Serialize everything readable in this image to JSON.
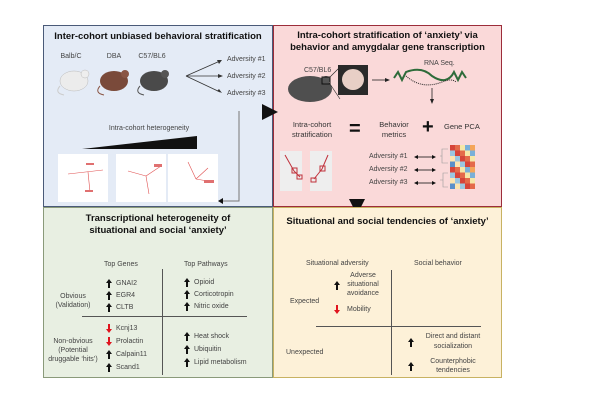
{
  "panel_inter": {
    "title": "Inter-cohort unbiased behavioral stratification",
    "strains": [
      "Balb/C",
      "DBA",
      "C57/BL6"
    ],
    "strain_colors": [
      "#e6e6e6",
      "#7a4a3a",
      "#4a4a4a"
    ],
    "adversities": [
      "Adversity #1",
      "Adversity #2",
      "Adversity #3"
    ],
    "heterogeneity_label": "Intra-cohort heterogeneity"
  },
  "panel_intra": {
    "title_line1": "Intra-cohort stratification of ‘anxiety’ via",
    "title_line2": "behavior and amygdalar gene transcription",
    "strain": "C57/BL6",
    "rnaseq_label": "RNA Seq.",
    "strat_line1": "Intra-cohort",
    "strat_line2": "stratification",
    "equals": "=",
    "behavior_line1": "Behavior",
    "behavior_line2": "metrics",
    "plus": "+",
    "gene_pca": "Gene PCA",
    "adversities": [
      "Adversity #1",
      "Adversity #2",
      "Adversity #3"
    ],
    "heatmap_colors": [
      "#d6443a",
      "#5b8fc9",
      "#f6e7a8",
      "#9cc6e0",
      "#f4a65a",
      "#e46a4a",
      "#fde4b0",
      "#7ab0d8"
    ]
  },
  "panel_transcriptional": {
    "title_line1": "Transcriptional heterogeneity of",
    "title_line2": "situational and social ‘anxiety’",
    "col_genes": "Top Genes",
    "col_pathways": "Top Pathways",
    "row_obvious_line1": "Obvious",
    "row_obvious_line2": "(Validation)",
    "row_nonobvious_line1": "Non-obvious",
    "row_nonobvious_line2": "(Potential",
    "row_nonobvious_line3": "druggable ‘hits’)",
    "obvious_genes": [
      {
        "name": "GNAI2",
        "dir": "up"
      },
      {
        "name": "EGR4",
        "dir": "up"
      },
      {
        "name": "CLTB",
        "dir": "up"
      }
    ],
    "obvious_pathways": [
      {
        "name": "Opioid",
        "dir": "up"
      },
      {
        "name": "Corticotropin",
        "dir": "up"
      },
      {
        "name": "Nitric oxide",
        "dir": "up"
      }
    ],
    "nonobvious_genes": [
      {
        "name": "Kcnj13",
        "dir": "down"
      },
      {
        "name": "Prolactin",
        "dir": "down"
      },
      {
        "name": "Calpain11",
        "dir": "up"
      },
      {
        "name": "Scand1",
        "dir": "up"
      }
    ],
    "nonobvious_pathways": [
      {
        "name": "Heat shock",
        "dir": "up"
      },
      {
        "name": "Ubiquitin",
        "dir": "up"
      },
      {
        "name": "Lipid metabolism",
        "dir": "up"
      }
    ]
  },
  "panel_situational": {
    "title": "Situational and social tendencies of ‘anxiety’",
    "col_situational": "Situational adversity",
    "col_social": "Social behavior",
    "row_expected": "Expected",
    "row_unexpected": "Unexpected",
    "avoidance_line1": "Adverse",
    "avoidance_line2": "situational",
    "avoidance_line3": "avoidance",
    "mobility": "Mobility",
    "social_line1": "Direct and distant",
    "social_line2": "socialization",
    "counter_line1": "Counterphobic",
    "counter_line2": "tendencies"
  }
}
